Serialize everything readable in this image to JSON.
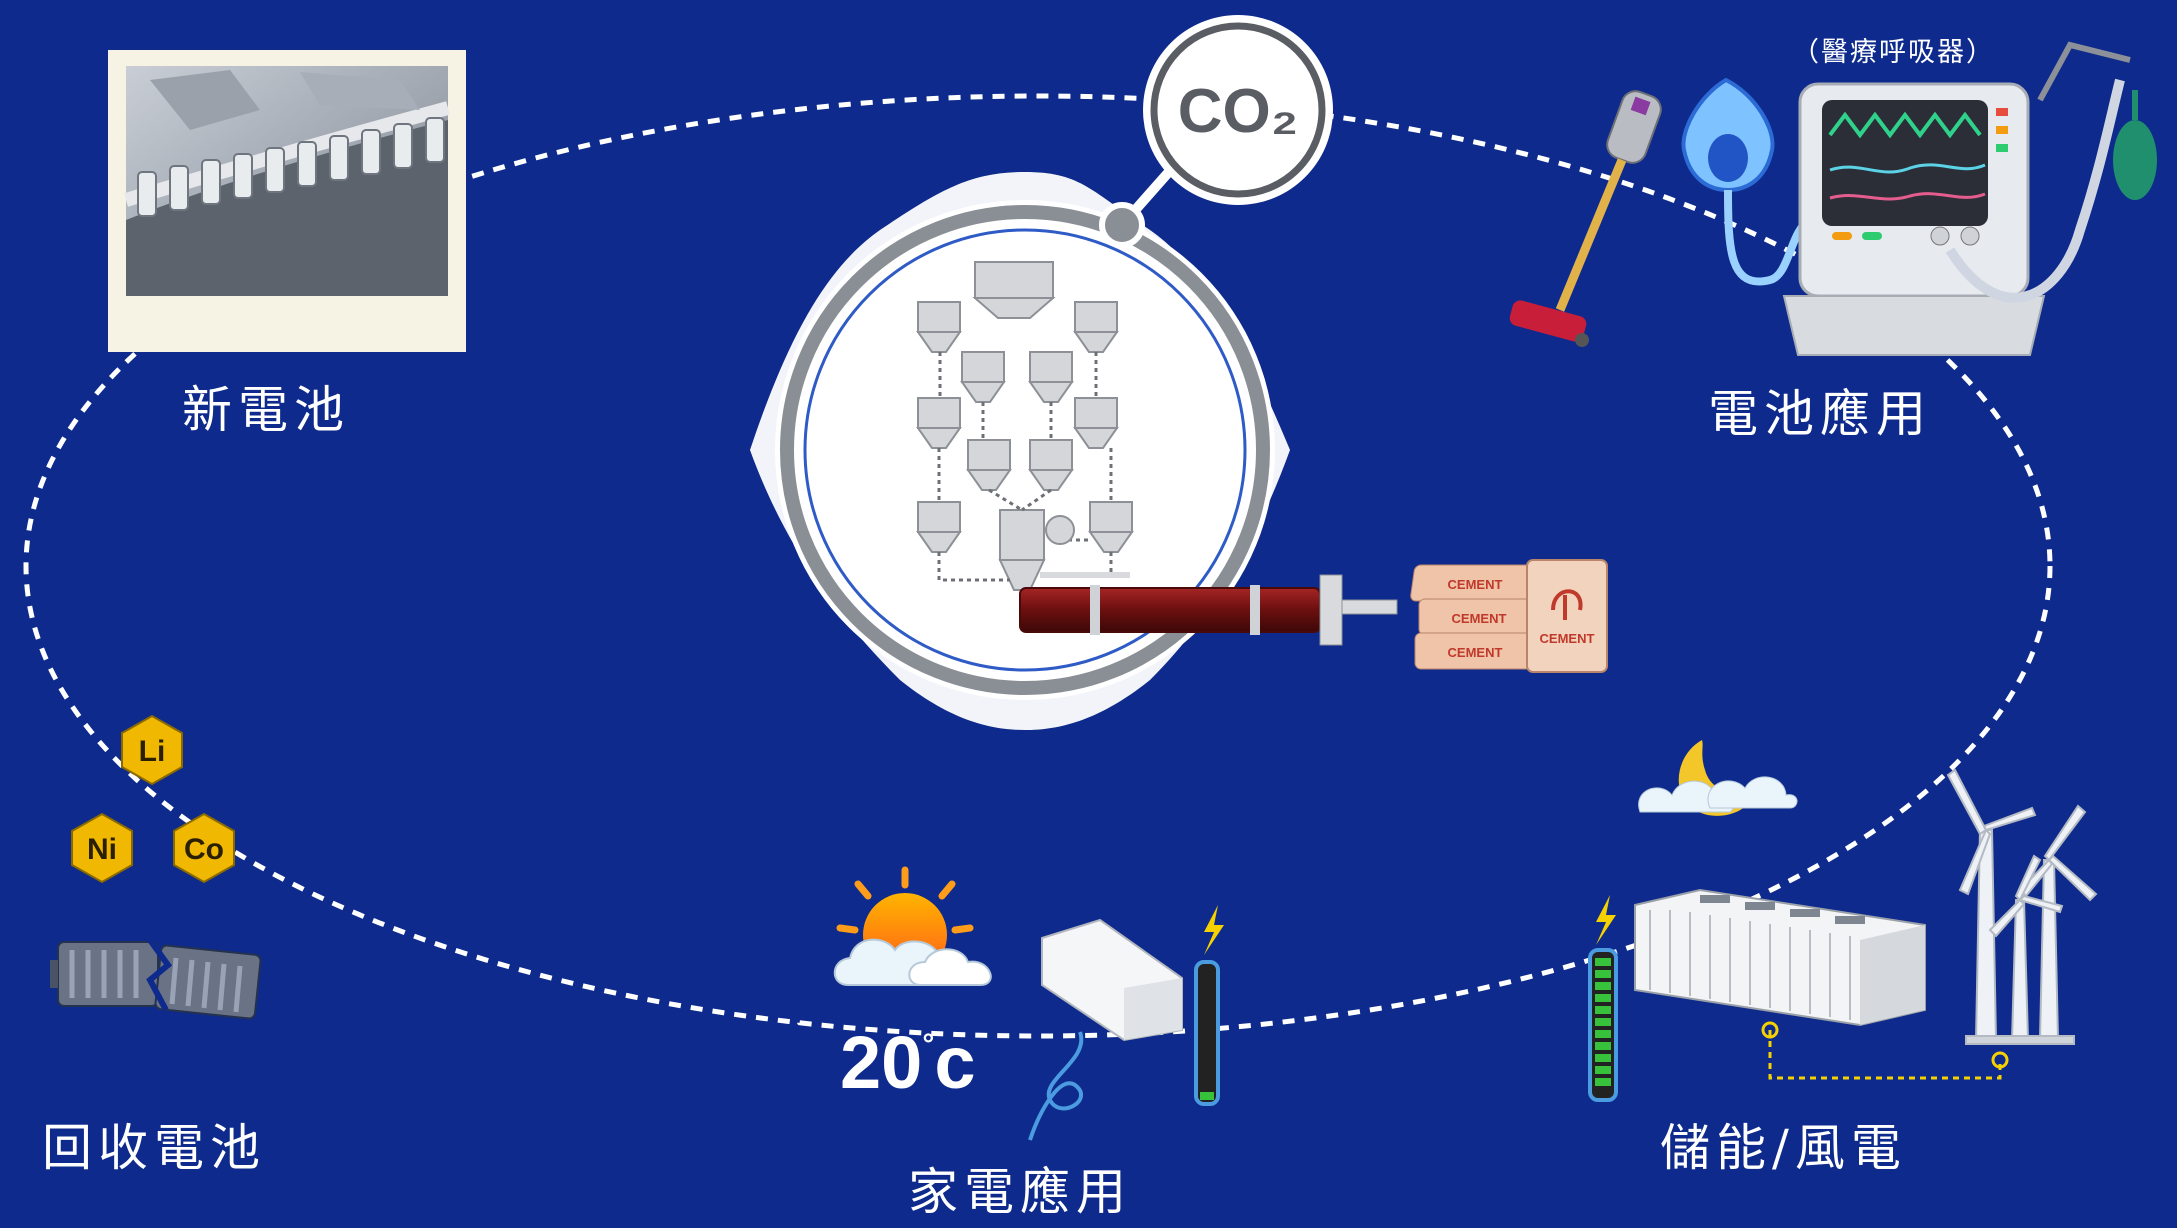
{
  "center": {
    "co2_label": "CO₂",
    "cement_word": "CEMENT"
  },
  "elements": {
    "li": "Li",
    "ni": "Ni",
    "co": "Co"
  },
  "labels": {
    "new_battery": "新電池",
    "battery_application": "電池應用",
    "recycled_battery": "回收電池",
    "appliance_application": "家電應用",
    "storage_wind": "儲能/風電",
    "medical_ventilator": "（醫療呼吸器）"
  },
  "temperature": {
    "value": "20",
    "unit": "c"
  },
  "colors": {
    "background": "#0d2a8c",
    "dashed_loop": "#ffffff",
    "kiln": "#7a1414",
    "element_badge": "#f0b800",
    "battery_level": "#37c23c"
  }
}
